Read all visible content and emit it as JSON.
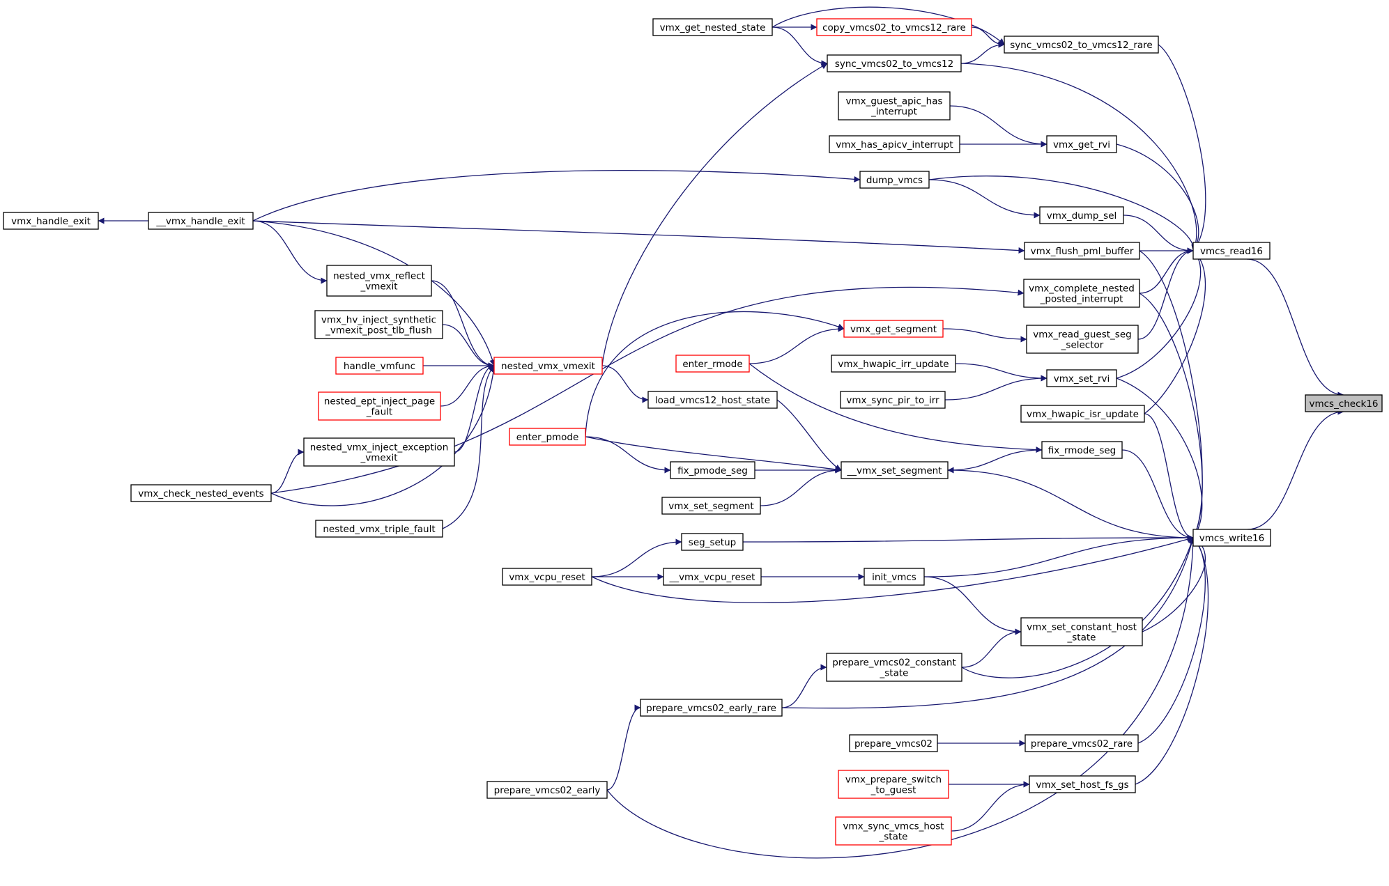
{
  "graph": {
    "title": "",
    "edge_color": "#191970",
    "node_border_default": "#000000",
    "node_border_truncated": "#ff0000",
    "focus_fill": "#bfbfbf",
    "nodes": [
      {
        "id": "vmcs_check16",
        "lines": [
          "vmcs_check16"
        ],
        "style": "focus"
      },
      {
        "id": "vmcs_read16",
        "lines": [
          "vmcs_read16"
        ],
        "style": "normal"
      },
      {
        "id": "vmcs_write16",
        "lines": [
          "vmcs_write16"
        ],
        "style": "normal"
      },
      {
        "id": "sync_vmcs02_to_vmcs12_rare",
        "lines": [
          "sync_vmcs02_to_vmcs12_rare"
        ],
        "style": "normal"
      },
      {
        "id": "copy_vmcs02_to_vmcs12_rare",
        "lines": [
          "copy_vmcs02_to_vmcs12_rare"
        ],
        "style": "red"
      },
      {
        "id": "vmx_get_nested_state",
        "lines": [
          "vmx_get_nested_state"
        ],
        "style": "normal"
      },
      {
        "id": "sync_vmcs02_to_vmcs12",
        "lines": [
          "sync_vmcs02_to_vmcs12"
        ],
        "style": "normal"
      },
      {
        "id": "vmx_guest_apic_has_interrupt",
        "lines": [
          "vmx_guest_apic_has",
          "_interrupt"
        ],
        "style": "normal"
      },
      {
        "id": "vmx_has_apicv_interrupt",
        "lines": [
          "vmx_has_apicv_interrupt"
        ],
        "style": "normal"
      },
      {
        "id": "vmx_get_rvi",
        "lines": [
          "vmx_get_rvi"
        ],
        "style": "normal"
      },
      {
        "id": "dump_vmcs",
        "lines": [
          "dump_vmcs"
        ],
        "style": "normal"
      },
      {
        "id": "vmx_dump_sel",
        "lines": [
          "vmx_dump_sel"
        ],
        "style": "normal"
      },
      {
        "id": "vmx_handle_exit",
        "lines": [
          "vmx_handle_exit"
        ],
        "style": "normal"
      },
      {
        "id": "__vmx_handle_exit",
        "lines": [
          "__vmx_handle_exit"
        ],
        "style": "normal"
      },
      {
        "id": "vmx_flush_pml_buffer",
        "lines": [
          "vmx_flush_pml_buffer"
        ],
        "style": "normal"
      },
      {
        "id": "nested_vmx_reflect_vmexit",
        "lines": [
          "nested_vmx_reflect",
          "_vmexit"
        ],
        "style": "normal"
      },
      {
        "id": "vmx_complete_nested_posted_interrupt",
        "lines": [
          "vmx_complete_nested",
          "_posted_interrupt"
        ],
        "style": "normal"
      },
      {
        "id": "vmx_hv_inject_synthetic_vmexit_post_tlb_flush",
        "lines": [
          "vmx_hv_inject_synthetic",
          "_vmexit_post_tlb_flush"
        ],
        "style": "normal"
      },
      {
        "id": "vmx_get_segment",
        "lines": [
          "vmx_get_segment"
        ],
        "style": "red"
      },
      {
        "id": "vmx_read_guest_seg_selector",
        "lines": [
          "vmx_read_guest_seg",
          "_selector"
        ],
        "style": "normal"
      },
      {
        "id": "handle_vmfunc",
        "lines": [
          "handle_vmfunc"
        ],
        "style": "red"
      },
      {
        "id": "nested_vmx_vmexit",
        "lines": [
          "nested_vmx_vmexit"
        ],
        "style": "red"
      },
      {
        "id": "enter_rmode",
        "lines": [
          "enter_rmode"
        ],
        "style": "red"
      },
      {
        "id": "vmx_hwapic_irr_update",
        "lines": [
          "vmx_hwapic_irr_update"
        ],
        "style": "normal"
      },
      {
        "id": "vmx_set_rvi",
        "lines": [
          "vmx_set_rvi"
        ],
        "style": "normal"
      },
      {
        "id": "nested_ept_inject_page_fault",
        "lines": [
          "nested_ept_inject_page",
          "_fault"
        ],
        "style": "red"
      },
      {
        "id": "load_vmcs12_host_state",
        "lines": [
          "load_vmcs12_host_state"
        ],
        "style": "normal"
      },
      {
        "id": "vmx_sync_pir_to_irr",
        "lines": [
          "vmx_sync_pir_to_irr"
        ],
        "style": "normal"
      },
      {
        "id": "vmx_hwapic_isr_update",
        "lines": [
          "vmx_hwapic_isr_update"
        ],
        "style": "normal"
      },
      {
        "id": "enter_pmode",
        "lines": [
          "enter_pmode"
        ],
        "style": "red"
      },
      {
        "id": "nested_vmx_inject_exception_vmexit",
        "lines": [
          "nested_vmx_inject_exception",
          "_vmexit"
        ],
        "style": "normal"
      },
      {
        "id": "fix_rmode_seg",
        "lines": [
          "fix_rmode_seg"
        ],
        "style": "normal"
      },
      {
        "id": "fix_pmode_seg",
        "lines": [
          "fix_pmode_seg"
        ],
        "style": "normal"
      },
      {
        "id": "__vmx_set_segment",
        "lines": [
          "__vmx_set_segment"
        ],
        "style": "normal"
      },
      {
        "id": "vmx_check_nested_events",
        "lines": [
          "vmx_check_nested_events"
        ],
        "style": "normal"
      },
      {
        "id": "vmx_set_segment",
        "lines": [
          "vmx_set_segment"
        ],
        "style": "normal"
      },
      {
        "id": "nested_vmx_triple_fault",
        "lines": [
          "nested_vmx_triple_fault"
        ],
        "style": "normal"
      },
      {
        "id": "seg_setup",
        "lines": [
          "seg_setup"
        ],
        "style": "normal"
      },
      {
        "id": "vmx_vcpu_reset",
        "lines": [
          "vmx_vcpu_reset"
        ],
        "style": "normal"
      },
      {
        "id": "__vmx_vcpu_reset",
        "lines": [
          "__vmx_vcpu_reset"
        ],
        "style": "normal"
      },
      {
        "id": "init_vmcs",
        "lines": [
          "init_vmcs"
        ],
        "style": "normal"
      },
      {
        "id": "vmx_set_constant_host_state",
        "lines": [
          "vmx_set_constant_host",
          "_state"
        ],
        "style": "normal"
      },
      {
        "id": "prepare_vmcs02_constant_state",
        "lines": [
          "prepare_vmcs02_constant",
          "_state"
        ],
        "style": "normal"
      },
      {
        "id": "prepare_vmcs02_early_rare",
        "lines": [
          "prepare_vmcs02_early_rare"
        ],
        "style": "normal"
      },
      {
        "id": "prepare_vmcs02",
        "lines": [
          "prepare_vmcs02"
        ],
        "style": "normal"
      },
      {
        "id": "prepare_vmcs02_rare",
        "lines": [
          "prepare_vmcs02_rare"
        ],
        "style": "normal"
      },
      {
        "id": "vmx_prepare_switch_to_guest",
        "lines": [
          "vmx_prepare_switch",
          "_to_guest"
        ],
        "style": "red"
      },
      {
        "id": "vmx_set_host_fs_gs",
        "lines": [
          "vmx_set_host_fs_gs"
        ],
        "style": "normal"
      },
      {
        "id": "prepare_vmcs02_early",
        "lines": [
          "prepare_vmcs02_early"
        ],
        "style": "normal"
      },
      {
        "id": "vmx_sync_vmcs_host_state",
        "lines": [
          "vmx_sync_vmcs_host",
          "_state"
        ],
        "style": "red"
      }
    ],
    "edges": [
      [
        "vmcs_read16",
        "vmcs_check16"
      ],
      [
        "vmcs_write16",
        "vmcs_check16"
      ],
      [
        "sync_vmcs02_to_vmcs12_rare",
        "vmcs_read16"
      ],
      [
        "copy_vmcs02_to_vmcs12_rare",
        "sync_vmcs02_to_vmcs12_rare"
      ],
      [
        "vmx_get_nested_state",
        "sync_vmcs02_to_vmcs12_rare"
      ],
      [
        "sync_vmcs02_to_vmcs12",
        "sync_vmcs02_to_vmcs12_rare"
      ],
      [
        "vmx_get_nested_state",
        "copy_vmcs02_to_vmcs12_rare"
      ],
      [
        "vmx_get_nested_state",
        "sync_vmcs02_to_vmcs12"
      ],
      [
        "nested_vmx_vmexit",
        "sync_vmcs02_to_vmcs12"
      ],
      [
        "sync_vmcs02_to_vmcs12",
        "vmcs_read16"
      ],
      [
        "vmx_guest_apic_has_interrupt",
        "vmx_get_rvi"
      ],
      [
        "vmx_has_apicv_interrupt",
        "vmx_get_rvi"
      ],
      [
        "vmx_get_rvi",
        "vmcs_read16"
      ],
      [
        "__vmx_handle_exit",
        "dump_vmcs"
      ],
      [
        "dump_vmcs",
        "vmcs_read16"
      ],
      [
        "dump_vmcs",
        "vmx_dump_sel"
      ],
      [
        "vmx_dump_sel",
        "vmcs_read16"
      ],
      [
        "__vmx_handle_exit",
        "vmx_handle_exit"
      ],
      [
        "__vmx_handle_exit",
        "vmx_flush_pml_buffer"
      ],
      [
        "vmx_flush_pml_buffer",
        "vmcs_read16"
      ],
      [
        "vmx_flush_pml_buffer",
        "vmcs_write16"
      ],
      [
        "__vmx_handle_exit",
        "nested_vmx_vmexit"
      ],
      [
        "__vmx_handle_exit",
        "nested_vmx_reflect_vmexit"
      ],
      [
        "nested_vmx_reflect_vmexit",
        "nested_vmx_vmexit"
      ],
      [
        "vmx_hv_inject_synthetic_vmexit_post_tlb_flush",
        "nested_vmx_vmexit"
      ],
      [
        "handle_vmfunc",
        "nested_vmx_vmexit"
      ],
      [
        "nested_ept_inject_page_fault",
        "nested_vmx_vmexit"
      ],
      [
        "nested_vmx_inject_exception_vmexit",
        "nested_vmx_vmexit"
      ],
      [
        "vmx_check_nested_events",
        "nested_vmx_vmexit"
      ],
      [
        "nested_vmx_triple_fault",
        "nested_vmx_vmexit"
      ],
      [
        "vmx_check_nested_events",
        "nested_vmx_inject_exception_vmexit"
      ],
      [
        "vmx_check_nested_events",
        "vmx_complete_nested_posted_interrupt"
      ],
      [
        "vmx_complete_nested_posted_interrupt",
        "vmcs_read16"
      ],
      [
        "vmx_complete_nested_posted_interrupt",
        "vmcs_write16"
      ],
      [
        "enter_pmode",
        "vmx_get_segment"
      ],
      [
        "enter_rmode",
        "vmx_get_segment"
      ],
      [
        "vmx_get_segment",
        "vmx_read_guest_seg_selector"
      ],
      [
        "vmx_read_guest_seg_selector",
        "vmcs_read16"
      ],
      [
        "nested_vmx_vmexit",
        "load_vmcs12_host_state"
      ],
      [
        "load_vmcs12_host_state",
        "__vmx_set_segment"
      ],
      [
        "vmx_hwapic_irr_update",
        "vmx_set_rvi"
      ],
      [
        "vmx_sync_pir_to_irr",
        "vmx_set_rvi"
      ],
      [
        "vmx_set_rvi",
        "vmcs_read16"
      ],
      [
        "vmx_set_rvi",
        "vmcs_write16"
      ],
      [
        "vmx_hwapic_isr_update",
        "vmcs_read16"
      ],
      [
        "vmx_hwapic_isr_update",
        "vmcs_write16"
      ],
      [
        "enter_rmode",
        "fix_rmode_seg"
      ],
      [
        "fix_rmode_seg",
        "__vmx_set_segment"
      ],
      [
        "fix_rmode_seg",
        "vmcs_write16"
      ],
      [
        "enter_pmode",
        "__vmx_set_segment"
      ],
      [
        "enter_pmode",
        "fix_pmode_seg"
      ],
      [
        "fix_pmode_seg",
        "__vmx_set_segment"
      ],
      [
        "vmx_set_segment",
        "__vmx_set_segment"
      ],
      [
        "__vmx_set_segment",
        "vmcs_write16"
      ],
      [
        "vmx_vcpu_reset",
        "seg_setup"
      ],
      [
        "seg_setup",
        "vmcs_write16"
      ],
      [
        "vmx_vcpu_reset",
        "__vmx_vcpu_reset"
      ],
      [
        "vmx_vcpu_reset",
        "vmcs_write16"
      ],
      [
        "__vmx_vcpu_reset",
        "init_vmcs"
      ],
      [
        "init_vmcs",
        "vmcs_write16"
      ],
      [
        "init_vmcs",
        "vmx_set_constant_host_state"
      ],
      [
        "vmx_set_constant_host_state",
        "vmcs_write16"
      ],
      [
        "prepare_vmcs02_constant_state",
        "vmx_set_constant_host_state"
      ],
      [
        "prepare_vmcs02_constant_state",
        "vmcs_write16"
      ],
      [
        "prepare_vmcs02_early_rare",
        "prepare_vmcs02_constant_state"
      ],
      [
        "prepare_vmcs02_early_rare",
        "vmcs_write16"
      ],
      [
        "prepare_vmcs02_early",
        "prepare_vmcs02_early_rare"
      ],
      [
        "prepare_vmcs02_early",
        "vmcs_write16"
      ],
      [
        "prepare_vmcs02",
        "prepare_vmcs02_rare"
      ],
      [
        "prepare_vmcs02_rare",
        "vmcs_write16"
      ],
      [
        "vmx_prepare_switch_to_guest",
        "vmx_set_host_fs_gs"
      ],
      [
        "vmx_sync_vmcs_host_state",
        "vmx_set_host_fs_gs"
      ],
      [
        "vmx_set_host_fs_gs",
        "vmcs_write16"
      ]
    ]
  }
}
